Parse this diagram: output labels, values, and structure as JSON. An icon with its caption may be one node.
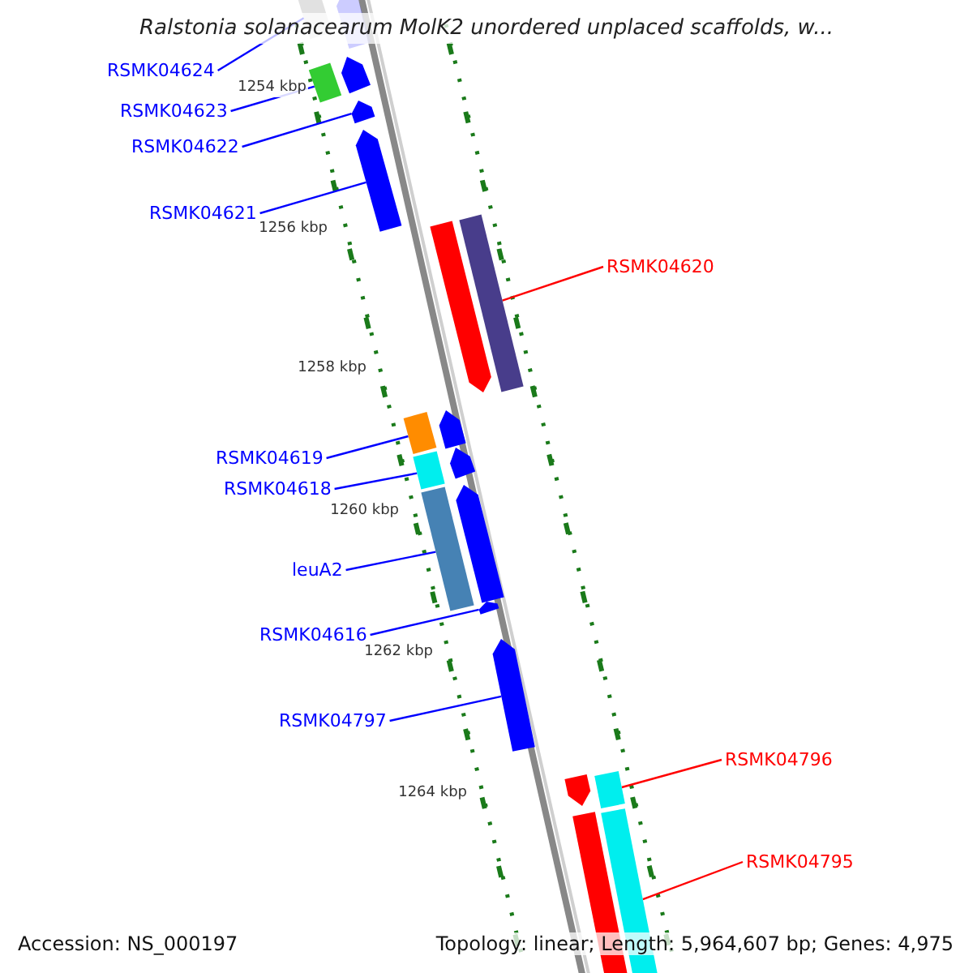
{
  "diagram": {
    "title": "Ralstonia solanacearum MolK2 unordered unplaced scaffolds, w...",
    "nodes": [
      {
        "text": [
          "RSMK04624"
        ]
      },
      {
        "text": [],
        "shape": "bar"
      },
      {
        "text": [
          "RSMK04623"
        ]
      },
      {
        "text": [],
        "shape": "bar"
      },
      {
        "text": [
          "RSMK04622"
        ]
      },
      {
        "text": [],
        "shape": "arrow"
      },
      {
        "text": [
          "RSMK04621"
        ]
      },
      {
        "text": [],
        "shape": "arrow"
      },
      {
        "text": [
          "RSMK04620"
        ]
      },
      {
        "text": [],
        "shape": "bar"
      },
      {
        "text": [
          "RSMK04619"
        ]
      },
      {
        "text": [],
        "shape": "bar"
      },
      {
        "text": [
          "RSMK04618"
        ]
      },
      {
        "text": [],
        "shape": "bar"
      },
      {
        "text": [
          "leuA2"
        ]
      },
      {
        "text": [],
        "shape": "bar"
      },
      {
        "text": [
          "RSMK04616"
        ]
      },
      {
        "text": [],
        "shape": "arrow"
      },
      {
        "text": [
          "RSMK04797"
        ]
      },
      {
        "text": [],
        "shape": "arrow"
      },
      {
        "text": [
          "RSMK04796"
        ]
      },
      {
        "text": [],
        "shape": "bar"
      },
      {
        "text": [
          "RSMK04795"
        ]
      },
      {
        "text": [],
        "shape": "bar"
      },
      {
        "text": [],
        "shape": "arrow"
      },
      {
        "text": [],
        "shape": "arrow"
      },
      {
        "text": [],
        "shape": "arrow"
      },
      {
        "text": [],
        "shape": "arrow"
      },
      {
        "text": [],
        "shape": "arrow"
      },
      {
        "text": [],
        "shape": "arrow"
      },
      {
        "text": [],
        "shape": "arrow"
      },
      {
        "text": [],
        "shape": "arrow"
      }
    ],
    "edges": [
      {
        "from": 0,
        "to": 1,
        "arrow": "none"
      },
      {
        "from": 2,
        "to": 3,
        "arrow": "none"
      },
      {
        "from": 4,
        "to": 5,
        "arrow": "none"
      },
      {
        "from": 6,
        "to": 7,
        "arrow": "none"
      },
      {
        "from": 8,
        "to": 9,
        "arrow": "none",
        "color": "#ff0000"
      },
      {
        "from": 10,
        "to": 11,
        "arrow": "none"
      },
      {
        "from": 12,
        "to": 13,
        "arrow": "none"
      },
      {
        "from": 14,
        "to": 15,
        "arrow": "none"
      },
      {
        "from": 16,
        "to": 17,
        "arrow": "none"
      },
      {
        "from": 18,
        "to": 19,
        "arrow": "none"
      },
      {
        "from": 20,
        "to": 21,
        "arrow": "none",
        "color": "#ff0000"
      },
      {
        "from": 22,
        "to": 23,
        "arrow": "none",
        "color": "#ff0000"
      }
    ],
    "labels": [
      "1254 kbp",
      "1256 kbp",
      "1258 kbp",
      "1260 kbp",
      "1262 kbp",
      "1264 kbp",
      "Accession: NS_000197",
      "Topology: linear; Length: 5,964,607 bp; Genes: 4,975"
    ]
  }
}
